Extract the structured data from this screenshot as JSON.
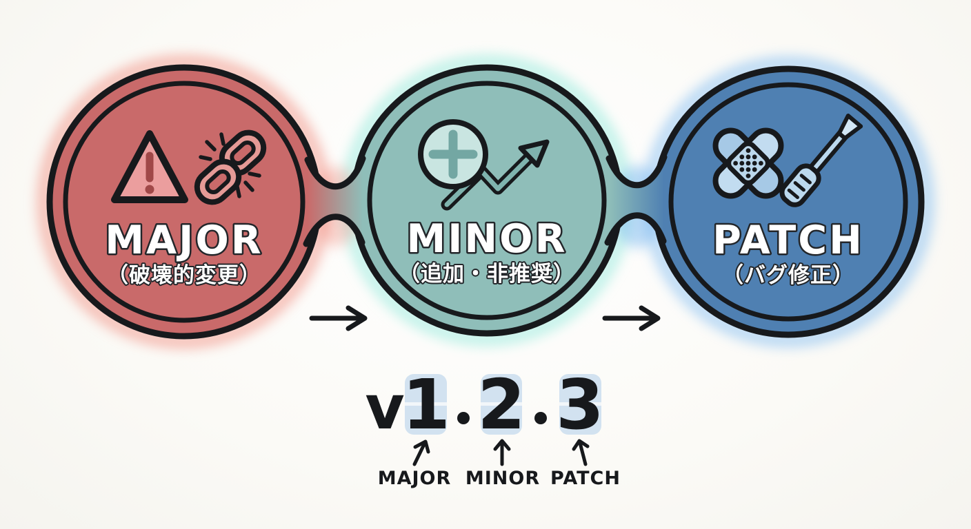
{
  "stages": [
    {
      "label": "MAJOR",
      "sublabel": "（破壊的変更）",
      "fill": "#c96a6a",
      "glow": "#f0887a",
      "icons": [
        "warning-triangle-icon",
        "broken-chain-icon"
      ]
    },
    {
      "label": "MINOR",
      "sublabel": "（追加・非推奨）",
      "fill": "#8fbeb9",
      "glow": "#8ce8d9",
      "icons": [
        "plus-circle-icon",
        "trend-up-arrow-icon"
      ]
    },
    {
      "label": "PATCH",
      "sublabel": "（バグ修正）",
      "fill": "#4f80b2",
      "glow": "#7db9f0",
      "icons": [
        "bandage-icon",
        "screwdriver-icon"
      ]
    }
  ],
  "version": {
    "prefix": "v",
    "digits": [
      "1",
      "2",
      "3"
    ],
    "separator": ".",
    "tile_color": "#d2e2f0",
    "tile_seam_color": "#f2f6fa",
    "callouts": [
      {
        "label": "MAJOR"
      },
      {
        "label": "MINOR"
      },
      {
        "label": "PATCH"
      }
    ]
  },
  "colors": {
    "ink": "#17191c",
    "label_text": "#ffffff"
  }
}
